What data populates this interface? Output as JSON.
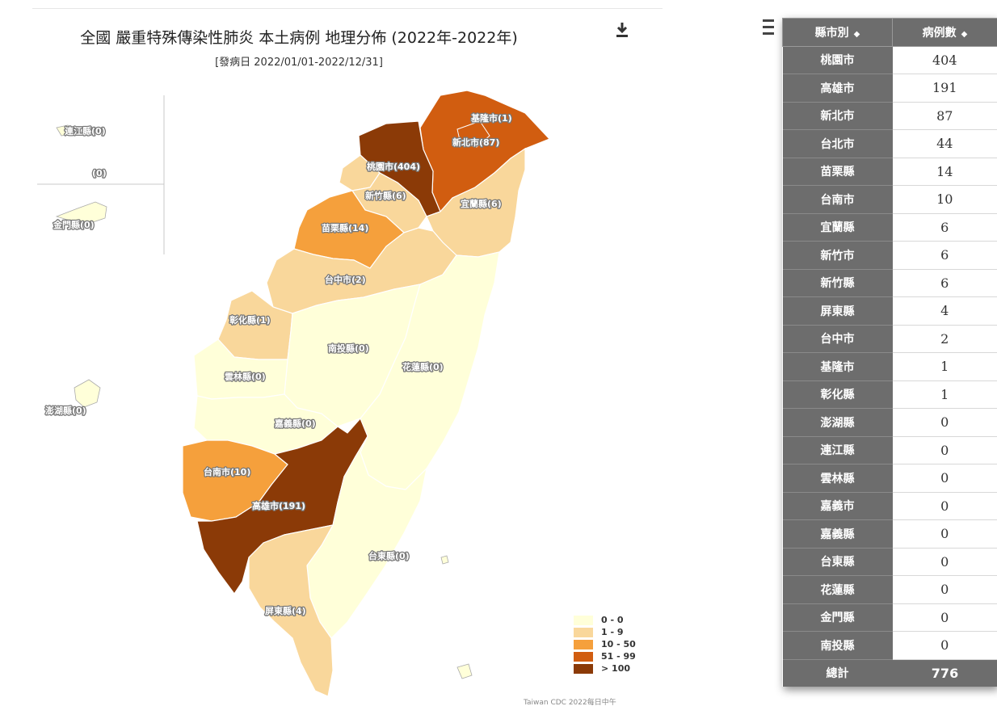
{
  "map": {
    "title": "全國 嚴重特殊傳染性肺炎 本土病例 地理分佈 (2022年-2022年)",
    "subtitle": "[發病日 2022/01/01-2022/12/31]",
    "credit": "Taiwan CDC 2022每日中午",
    "download_icon": "download-icon",
    "colors": {
      "c0": "#ffffd9",
      "c1": "#f9d79b",
      "c2": "#f5a03c",
      "c3": "#d15d10",
      "c4": "#8b3a07"
    },
    "region_labels": [
      "基隆市(1)",
      "新北市(87)",
      "桃園市(404)",
      "新竹縣(6)",
      "宜蘭縣(6)",
      "苗栗縣(14)",
      "台中市(2)",
      "彰化縣(1)",
      "南投縣(0)",
      "花蓮縣(0)",
      "雲林縣(0)",
      "嘉義縣(0)",
      "台南市(10)",
      "高雄市(191)",
      "台東縣(0)",
      "屏東縣(4)",
      "連江縣(0)",
      "(0)",
      "金門縣(0)",
      "澎湖縣(0)"
    ]
  },
  "legend": [
    {
      "label": "0 - 0",
      "color": "#ffffd9"
    },
    {
      "label": "1 - 9",
      "color": "#f9d79b"
    },
    {
      "label": "10 - 50",
      "color": "#f5a03c"
    },
    {
      "label": "51 - 99",
      "color": "#d15d10"
    },
    {
      "label": "> 100",
      "color": "#8b3a07"
    }
  ],
  "table": {
    "menu_icon": "menu-icon",
    "sort_icon": "sort-icon",
    "col_region": "縣市別",
    "col_cases": "病例數",
    "sort_glyph": "◆",
    "rows": [
      {
        "name": "桃園市",
        "value": "404"
      },
      {
        "name": "高雄市",
        "value": "191"
      },
      {
        "name": "新北市",
        "value": "87"
      },
      {
        "name": "台北市",
        "value": "44"
      },
      {
        "name": "苗栗縣",
        "value": "14"
      },
      {
        "name": "台南市",
        "value": "10"
      },
      {
        "name": "宜蘭縣",
        "value": "6"
      },
      {
        "name": "新竹市",
        "value": "6"
      },
      {
        "name": "新竹縣",
        "value": "6"
      },
      {
        "name": "屏東縣",
        "value": "4"
      },
      {
        "name": "台中市",
        "value": "2"
      },
      {
        "name": "基隆市",
        "value": "1"
      },
      {
        "name": "彰化縣",
        "value": "1"
      },
      {
        "name": "澎湖縣",
        "value": "0"
      },
      {
        "name": "連江縣",
        "value": "0"
      },
      {
        "name": "雲林縣",
        "value": "0"
      },
      {
        "name": "嘉義市",
        "value": "0"
      },
      {
        "name": "嘉義縣",
        "value": "0"
      },
      {
        "name": "台東縣",
        "value": "0"
      },
      {
        "name": "花蓮縣",
        "value": "0"
      },
      {
        "name": "金門縣",
        "value": "0"
      },
      {
        "name": "南投縣",
        "value": "0"
      }
    ],
    "total_label": "總計",
    "total_value": "776"
  }
}
